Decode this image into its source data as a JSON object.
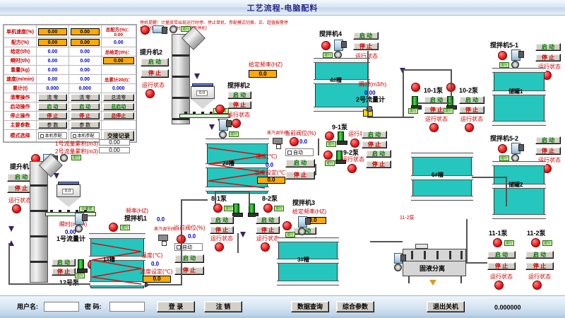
{
  "window": {
    "title": "工艺流程-电脑配料"
  },
  "note": {
    "text": "停机提醒：计量皮带出现运行时停、停止单机、参配模式切换、正、超值报警停机时间设定(S)：“0”时，报警不停机!"
  },
  "param_table": {
    "rows": [
      {
        "label": "单机速度(%)",
        "c1": "0.00",
        "c2": "0.00",
        "c3_label": "总配方(%)：",
        "c3": "0.00",
        "c1_type": "field",
        "c2_type": "field",
        "c3_type": "text"
      },
      {
        "label": "配方(%)",
        "c1": "0.00",
        "c2": "0.00",
        "c3_label": "",
        "c3": "0.00",
        "c1_type": "field",
        "c2_type": "field",
        "c3_type": "text"
      },
      {
        "label": "给定(t/h)",
        "c1": "0.00",
        "c2": "0.00",
        "c3_label": "总给定(t/h)：",
        "c3": "",
        "c1_type": "text",
        "c2_type": "text",
        "c3_type": "label"
      },
      {
        "label": "瞬时(t/h)",
        "c1": "0.00",
        "c2": "0.00",
        "c3_label": "",
        "c3": "0.00",
        "c1_type": "text",
        "c2_type": "text",
        "c3_type": "field"
      },
      {
        "label": "重量(kg)",
        "c1": "0.00",
        "c2": "0.00",
        "c3_label": "",
        "c3": "",
        "c1_type": "text",
        "c2_type": "text",
        "c3_type": "blank"
      },
      {
        "label": "速度(m/min)",
        "c1": "0.00",
        "c2": "0.00",
        "c3_label": "总累计20(t)：",
        "c3": "",
        "c1_type": "text",
        "c2_type": "text",
        "c3_type": "label"
      },
      {
        "label": "累计(t)",
        "c1": "0.000",
        "c2": "0.000",
        "c3_label": "",
        "c3": "0.000",
        "c1_type": "text",
        "c2_type": "text",
        "c3_type": "text"
      },
      {
        "label": "清零操作",
        "c1": "清 零",
        "c2": "清 零",
        "c3_label": "",
        "c3": "总清零",
        "c1_type": "btn",
        "c2_type": "btn",
        "c3_type": "btn"
      },
      {
        "label": "启动操作",
        "c1": "启 动",
        "c2": "启 动",
        "c3_label": "",
        "c3": "总启动",
        "c1_type": "btng",
        "c2_type": "btng",
        "c3_type": "btng"
      },
      {
        "label": "停止操作",
        "c1": "停 止",
        "c2": "停 止",
        "c3_label": "",
        "c3": "总停止",
        "c1_type": "btnr",
        "c2_type": "btnr",
        "c3_type": "btnr"
      },
      {
        "label": "主要参数",
        "c1": "参 数",
        "c2": "参 数",
        "c3_label": "",
        "c3": "",
        "c1_type": "btn",
        "c2_type": "btn",
        "c3_type": "blank"
      },
      {
        "label": "模式选择",
        "c1": "本机参配",
        "c2": "本机参配",
        "c3_label": "",
        "c3": "交接记录",
        "c1_type": "chk",
        "c2_type": "chk",
        "c3_type": "btnbig"
      }
    ]
  },
  "accumulators": [
    {
      "label": "1号流量累积(m3)",
      "value": "0.00"
    },
    {
      "label": "2号流量累积(m3)",
      "value": "0.00"
    }
  ],
  "common": {
    "start": "启 动",
    "stop": "停 止",
    "run_status": "运行状态",
    "auto": "自动",
    "freq_label": "给定频率(HZ)",
    "freq_short": "频率(HZ)",
    "temp_label": "温度(℃)",
    "temp_set_label": "温度设定(℃)",
    "valve_label": "当前阀位(%)",
    "inst_m3h": "瞬时(m3/h)",
    "regulator": "蒸汽调节阀",
    "zero": "0.0",
    "zero2": "0.00"
  },
  "elevators": [
    {
      "name": "提升机1"
    },
    {
      "name": "提升机2"
    }
  ],
  "flowmeters": [
    {
      "name": "1号流量计",
      "inst_label": "瞬时(m3/h)",
      "inst": "0.00"
    },
    {
      "name": "2号流量计",
      "inst_label": "瞬时(m3/h)",
      "inst": "0.00"
    }
  ],
  "mixers": [
    {
      "name": "搅拌机1",
      "freq_label": "频率(HZ)",
      "freq": "0.0"
    },
    {
      "name": "搅拌机2",
      "freq_label": "给定频率(HZ)",
      "freq": "0.0"
    },
    {
      "name": "搅拌机3",
      "freq_label": "给定频率(HZ)",
      "freq": "0.0"
    },
    {
      "name": "搅拌机4",
      "freq_label": "",
      "freq": ""
    },
    {
      "name": "搅拌机5-1",
      "freq_label": "",
      "freq": ""
    },
    {
      "name": "搅拌机5-2",
      "freq_label": "",
      "freq": ""
    }
  ],
  "tanks": [
    {
      "name": "1#槽",
      "temp": "0.0",
      "temp_set": "0.0",
      "valve": "0.0"
    },
    {
      "name": "2#槽",
      "temp": "0.0",
      "temp_set": "0.0",
      "valve": "0.0"
    },
    {
      "name": "3#槽"
    },
    {
      "name": "4#槽"
    },
    {
      "name": "6#槽"
    },
    {
      "name": "储罐1"
    },
    {
      "name": "储罐2"
    }
  ],
  "pumps": [
    {
      "name": "8-1泵"
    },
    {
      "name": "8-2泵"
    },
    {
      "name": "9-1泵"
    },
    {
      "name": "9-2泵"
    },
    {
      "name": "10-1泵"
    },
    {
      "name": "10-2泵"
    },
    {
      "name": "11-1泵"
    },
    {
      "name": "11-2泵"
    },
    {
      "name": "12号泵"
    }
  ],
  "pipe_tags": [
    {
      "name": "11-2泵"
    }
  ],
  "separator": {
    "name": "固液分离"
  },
  "login_bar": {
    "user_label": "用户名:",
    "user_value": "",
    "pass_label": "密  码:",
    "pass_value": "",
    "login": "登  录",
    "logout": "注  销",
    "data_query": "数据查询",
    "combined_params": "综合参数",
    "exit_shutdown": "退出关机",
    "counter": "0.000000"
  }
}
